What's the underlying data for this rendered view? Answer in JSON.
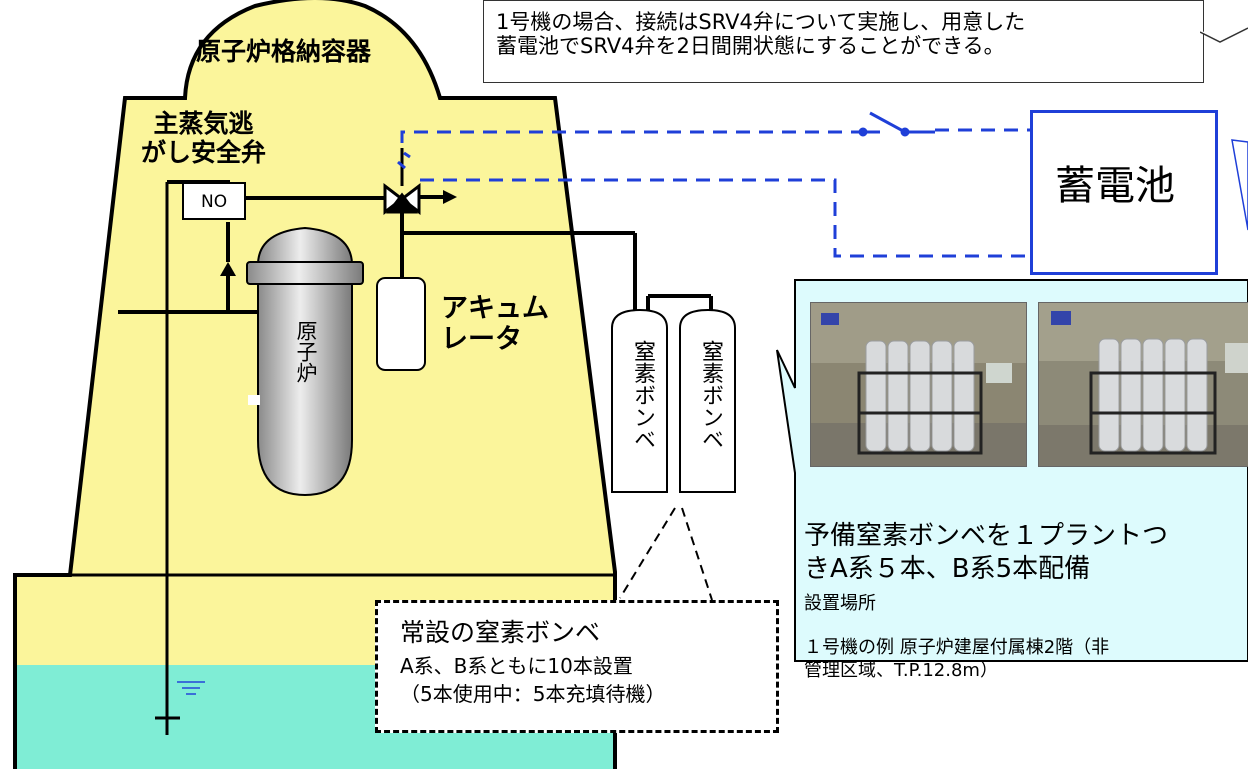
{
  "containment_label": "原子炉格納容器",
  "msrv_label": "主蒸気逃\nがし安全弁",
  "valve_no_label": "NO",
  "reactor_label": "原子炉",
  "accumulator_label": "アキュム\nレータ",
  "nitrogen_cylinder_label": "窒素ボンベ",
  "battery_label": "蓄電池",
  "top_note": "1号機の場合、接続はSRV4弁について実施し、用意した\n蓄電池でSRV4弁を2日間開状態にすることができる。",
  "permanent_cylinders": {
    "title": "常設の窒素ボンベ",
    "line1": "A系、B系ともに10本設置",
    "line2": "（5本使用中：5本充填待機）"
  },
  "spare_cylinders": {
    "headline": "予備窒素ボンベを１プラントつ\nきA系５本、B系5本配備",
    "location_label": "設置場所",
    "location_text": "１号機の例 原子炉建屋付属棟2階（非\n管理区域、T.P.12.8m）"
  },
  "colors": {
    "containment_fill": "#fbf59b",
    "pool_fill": "#7fedd5",
    "callout_fill": "#ddfbfd",
    "dash_line": "#1f3fd8",
    "battery_border": "#1f3fd8"
  }
}
